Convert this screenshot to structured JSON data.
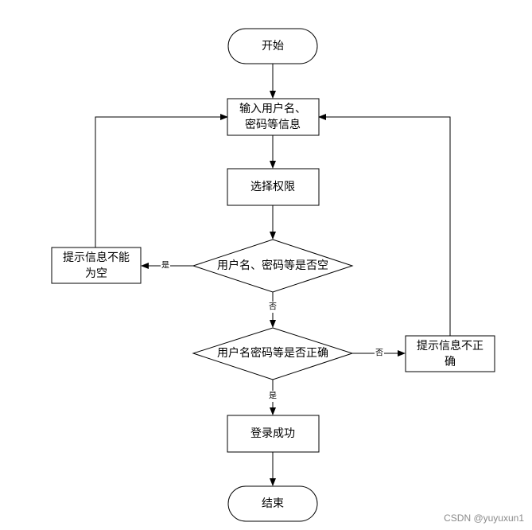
{
  "nodes": {
    "start": "开始",
    "input_line1": "输入用户名、",
    "input_line2": "密码等信息",
    "select_role": "选择权限",
    "empty_check": "用户名、密码等是否空",
    "empty_warn_line1": "提示信息不能",
    "empty_warn_line2": "为空",
    "correct_check": "用户名密码等是否正确",
    "wrong_warn_line1": "提示信息不正",
    "wrong_warn_line2": "确",
    "login_success": "登录成功",
    "end": "结束"
  },
  "edges": {
    "empty_yes": "是",
    "empty_no": "否",
    "correct_no": "否",
    "correct_yes": "是"
  },
  "watermark": "CSDN @yuyuxun1"
}
